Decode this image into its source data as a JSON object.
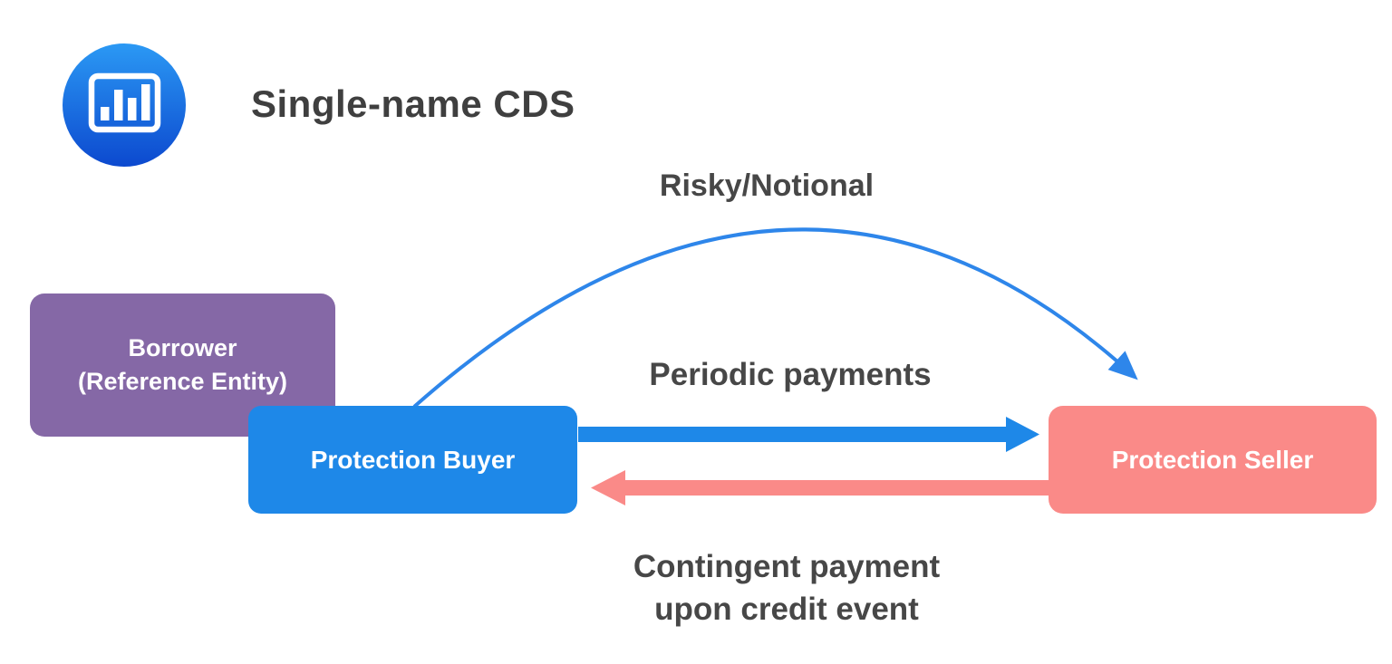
{
  "header": {
    "title": "Single-name CDS",
    "icon": "bar-chart-icon",
    "icon_gradient_top": "#2B99F4",
    "icon_gradient_bottom": "#0C49CF",
    "title_color": "#3F3F3F"
  },
  "nodes": {
    "borrower": {
      "line1": "Borrower",
      "line2": "(Reference Entity)",
      "color": "#8568A6",
      "text_color": "#FFFFFF"
    },
    "protection_buyer": {
      "label": "Protection Buyer",
      "color": "#1E88E8",
      "text_color": "#FFFFFF"
    },
    "protection_seller": {
      "label": "Protection Seller",
      "color": "#FA8A88",
      "text_color": "#FFFFFF"
    }
  },
  "flows": {
    "risky_notional": {
      "label": "Risky/Notional",
      "color": "#2E86EA",
      "from": "Protection Buyer",
      "to": "Protection Seller",
      "style": "curved-arc"
    },
    "periodic_payments": {
      "label": "Periodic payments",
      "color": "#1E88E8",
      "from": "Protection Buyer",
      "to": "Protection Seller",
      "style": "thick-straight"
    },
    "contingent_payment": {
      "label_line1": "Contingent payment",
      "label_line2": "upon credit event",
      "color": "#FA8A88",
      "from": "Protection Seller",
      "to": "Protection Buyer",
      "style": "thick-straight"
    }
  },
  "label_color": "#474747",
  "background": "#FFFFFF"
}
